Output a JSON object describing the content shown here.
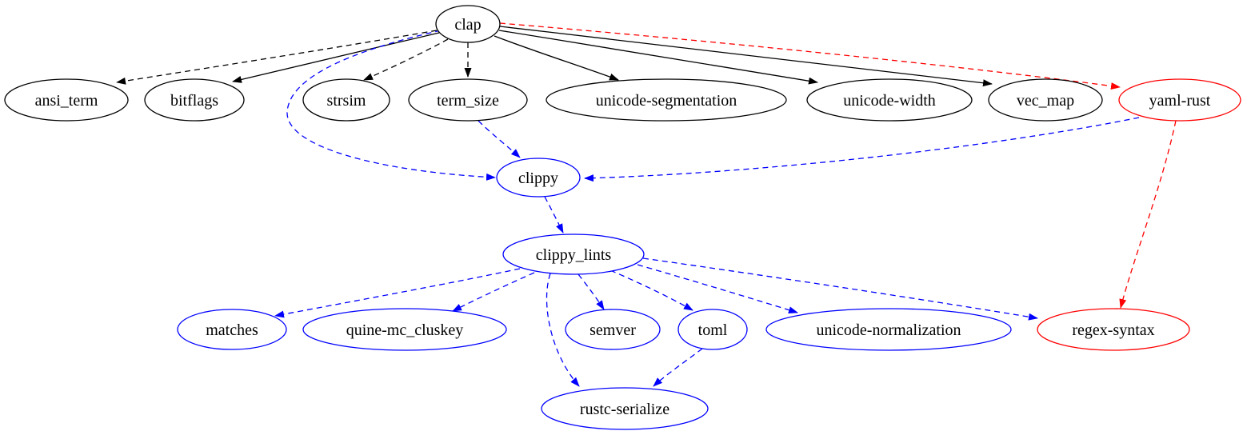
{
  "diagram": {
    "kind": "dependency-graph",
    "background": "#ffffff",
    "colors": {
      "black": "#000000",
      "blue": "#0000ff",
      "red": "#ff0000"
    }
  },
  "nodes": {
    "clap": {
      "label": "clap",
      "color": "black"
    },
    "ansi_term": {
      "label": "ansi_term",
      "color": "black"
    },
    "bitflags": {
      "label": "bitflags",
      "color": "black"
    },
    "strsim": {
      "label": "strsim",
      "color": "black"
    },
    "term_size": {
      "label": "term_size",
      "color": "black"
    },
    "unicode_segmentation": {
      "label": "unicode-segmentation",
      "color": "black"
    },
    "unicode_width": {
      "label": "unicode-width",
      "color": "black"
    },
    "vec_map": {
      "label": "vec_map",
      "color": "black"
    },
    "yaml_rust": {
      "label": "yaml-rust",
      "color": "red"
    },
    "clippy": {
      "label": "clippy",
      "color": "blue"
    },
    "clippy_lints": {
      "label": "clippy_lints",
      "color": "blue"
    },
    "matches": {
      "label": "matches",
      "color": "blue"
    },
    "quine_mc_cluskey": {
      "label": "quine-mc_cluskey",
      "color": "blue"
    },
    "semver": {
      "label": "semver",
      "color": "blue"
    },
    "toml": {
      "label": "toml",
      "color": "blue"
    },
    "unicode_normalization": {
      "label": "unicode-normalization",
      "color": "blue"
    },
    "regex_syntax": {
      "label": "regex-syntax",
      "color": "red"
    },
    "rustc_serialize": {
      "label": "rustc-serialize",
      "color": "blue"
    }
  },
  "edges": [
    {
      "from": "clap",
      "to": "ansi_term",
      "color": "black",
      "style": "dashed"
    },
    {
      "from": "clap",
      "to": "bitflags",
      "color": "black",
      "style": "solid"
    },
    {
      "from": "clap",
      "to": "strsim",
      "color": "black",
      "style": "dashed"
    },
    {
      "from": "clap",
      "to": "term_size",
      "color": "black",
      "style": "dashed"
    },
    {
      "from": "clap",
      "to": "unicode-segmentation",
      "color": "black",
      "style": "solid"
    },
    {
      "from": "clap",
      "to": "unicode-width",
      "color": "black",
      "style": "solid"
    },
    {
      "from": "clap",
      "to": "vec_map",
      "color": "black",
      "style": "solid"
    },
    {
      "from": "clap",
      "to": "yaml-rust",
      "color": "red",
      "style": "dashed"
    },
    {
      "from": "clap",
      "to": "clippy",
      "color": "blue",
      "style": "dashed"
    },
    {
      "from": "term_size",
      "to": "clippy",
      "color": "blue",
      "style": "dashed"
    },
    {
      "from": "yaml-rust",
      "to": "clippy",
      "color": "blue",
      "style": "dashed"
    },
    {
      "from": "clippy",
      "to": "clippy_lints",
      "color": "blue",
      "style": "dashed"
    },
    {
      "from": "clippy_lints",
      "to": "matches",
      "color": "blue",
      "style": "dashed"
    },
    {
      "from": "clippy_lints",
      "to": "quine-mc_cluskey",
      "color": "blue",
      "style": "dashed"
    },
    {
      "from": "clippy_lints",
      "to": "semver",
      "color": "blue",
      "style": "dashed"
    },
    {
      "from": "clippy_lints",
      "to": "toml",
      "color": "blue",
      "style": "dashed"
    },
    {
      "from": "clippy_lints",
      "to": "unicode-normalization",
      "color": "blue",
      "style": "dashed"
    },
    {
      "from": "clippy_lints",
      "to": "regex-syntax",
      "color": "blue",
      "style": "dashed"
    },
    {
      "from": "clippy_lints",
      "to": "rustc-serialize",
      "color": "blue",
      "style": "dashed"
    },
    {
      "from": "toml",
      "to": "rustc-serialize",
      "color": "blue",
      "style": "dashed"
    },
    {
      "from": "yaml-rust",
      "to": "regex-syntax",
      "color": "red",
      "style": "dashed"
    }
  ]
}
